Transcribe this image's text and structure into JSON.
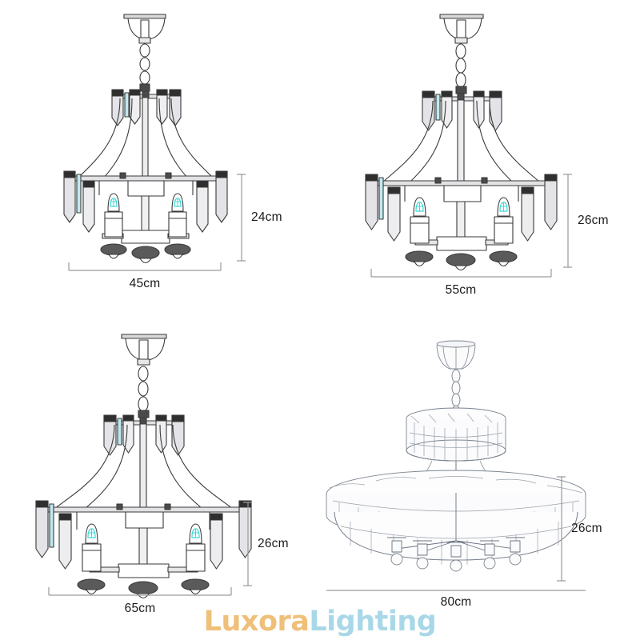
{
  "page": {
    "background_color": "#ffffff",
    "line_color": "#3a3a3a",
    "dim_line_color": "#9a9a9a",
    "label_color": "#1a1a1a",
    "filament_color": "#3dd8d8",
    "crystal_fill": "#f2f2f4",
    "metal_fill": "#d8d8dc"
  },
  "watermark": {
    "part1": "Luxora",
    "part2": "Lighting",
    "part1_color": "#efc07a",
    "part2_color": "#a8d8e8"
  },
  "panels": [
    {
      "id": "chandelier-45cm",
      "style": "candle-crystal",
      "width_label": "45cm",
      "height_label": "24cm",
      "width_value": 45,
      "height_value": 24,
      "unit": "cm",
      "lights": 6,
      "body_half_width": 100,
      "body_height": 112,
      "chain_links": 3
    },
    {
      "id": "chandelier-55cm",
      "style": "candle-crystal",
      "width_label": "55cm",
      "height_label": "26cm",
      "width_value": 55,
      "height_value": 26,
      "unit": "cm",
      "lights": 6,
      "body_half_width": 118,
      "body_height": 120,
      "chain_links": 3
    },
    {
      "id": "chandelier-65cm",
      "style": "candle-crystal",
      "width_label": "65cm",
      "height_label": "26cm",
      "width_value": 65,
      "height_value": 26,
      "unit": "cm",
      "lights": 6,
      "body_half_width": 132,
      "body_height": 124,
      "chain_links": 3
    },
    {
      "id": "chandelier-80cm",
      "style": "tiered-crystal-drum",
      "width_label": "80cm",
      "height_label": "26cm",
      "width_value": 80,
      "height_value": 26,
      "unit": "cm",
      "lights": 8,
      "upper_drum_half_width": 62,
      "lower_ring_half_width": 162,
      "chain_links": 4
    }
  ]
}
